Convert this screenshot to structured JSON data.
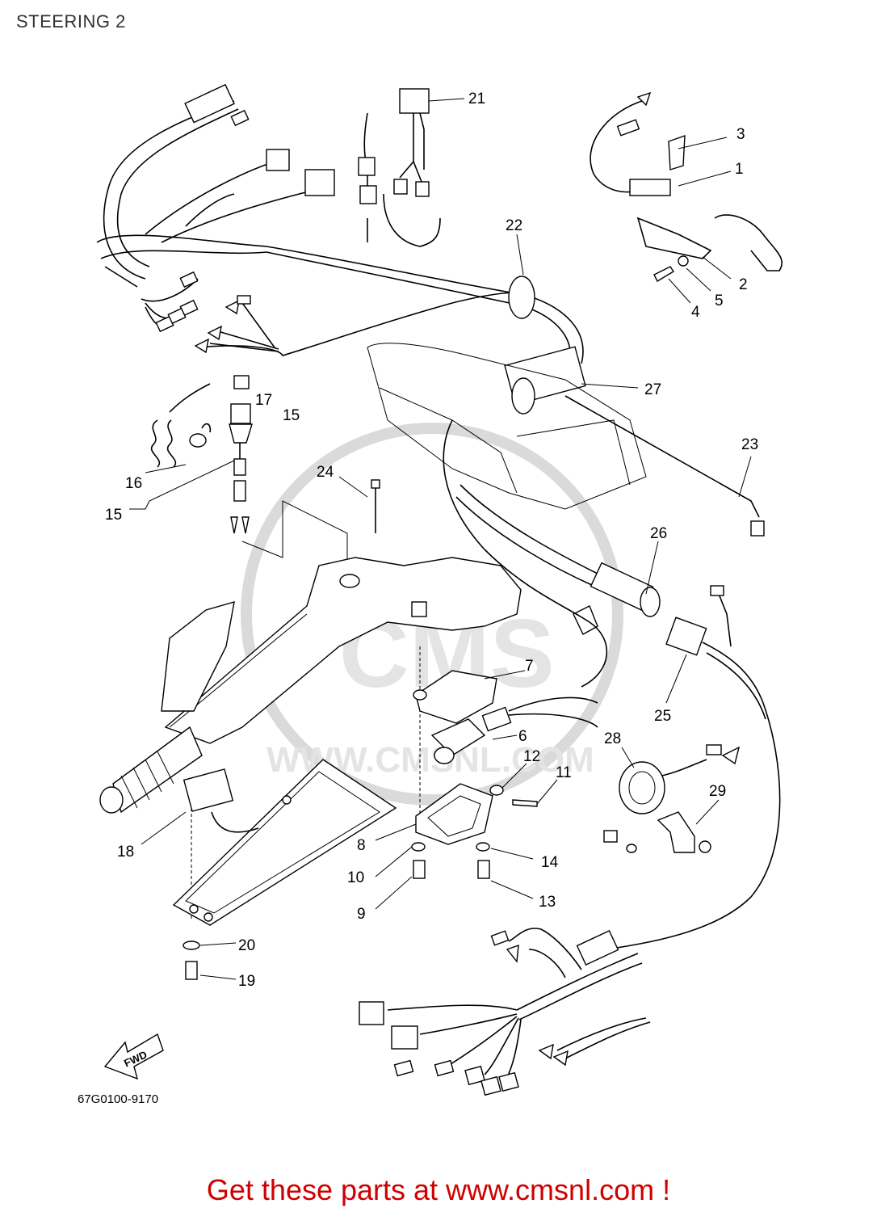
{
  "header": {
    "title": "STEERING 2"
  },
  "diagram": {
    "drawing_code": "67G0100-9170",
    "direction_label": "FWD",
    "watermark_text": "WWW.CMSNL.COM",
    "watermark_brand": "CMS",
    "part_labels": [
      {
        "id": "p1",
        "text": "1"
      },
      {
        "id": "p2",
        "text": "2"
      },
      {
        "id": "p3",
        "text": "3"
      },
      {
        "id": "p4",
        "text": "4"
      },
      {
        "id": "p5",
        "text": "5"
      },
      {
        "id": "p6",
        "text": "6"
      },
      {
        "id": "p7",
        "text": "7"
      },
      {
        "id": "p8",
        "text": "8"
      },
      {
        "id": "p9",
        "text": "9"
      },
      {
        "id": "p10",
        "text": "10"
      },
      {
        "id": "p11",
        "text": "11"
      },
      {
        "id": "p12",
        "text": "12"
      },
      {
        "id": "p13",
        "text": "13"
      },
      {
        "id": "p14",
        "text": "14"
      },
      {
        "id": "p15a",
        "text": "15"
      },
      {
        "id": "p15b",
        "text": "15"
      },
      {
        "id": "p16",
        "text": "16"
      },
      {
        "id": "p17",
        "text": "17"
      },
      {
        "id": "p18",
        "text": "18"
      },
      {
        "id": "p19",
        "text": "19"
      },
      {
        "id": "p20",
        "text": "20"
      },
      {
        "id": "p21",
        "text": "21"
      },
      {
        "id": "p22",
        "text": "22"
      },
      {
        "id": "p23",
        "text": "23"
      },
      {
        "id": "p24",
        "text": "24"
      },
      {
        "id": "p25",
        "text": "25"
      },
      {
        "id": "p26",
        "text": "26"
      },
      {
        "id": "p27",
        "text": "27"
      },
      {
        "id": "p28",
        "text": "28"
      },
      {
        "id": "p29",
        "text": "29"
      }
    ]
  },
  "footer": {
    "link_text": "Get these parts at www.cmsnl.com !",
    "link_color": "#d00000"
  }
}
